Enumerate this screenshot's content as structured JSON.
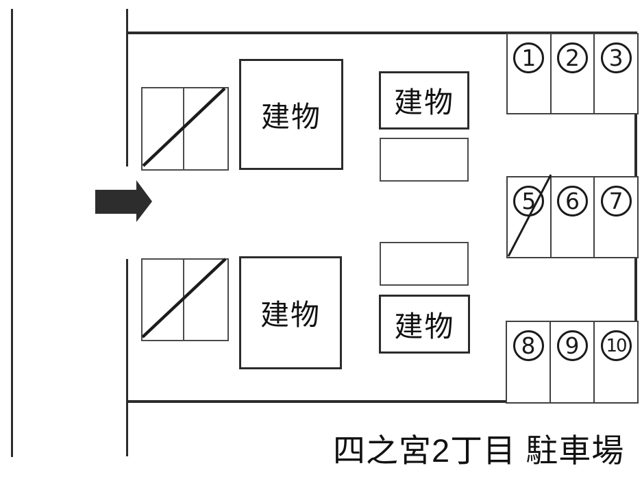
{
  "page_title": "四之宮2丁目 駐車場",
  "buildings": [
    {
      "name": "building-top-left",
      "label": "建物"
    },
    {
      "name": "building-top-center",
      "label": "建物"
    },
    {
      "name": "building-bottom-center",
      "label": "建物"
    },
    {
      "name": "building-bottom-left",
      "label": "建物"
    }
  ],
  "parking_groups": [
    {
      "name": "spaces-1-to-3",
      "spaces": [
        {
          "number": "1",
          "crossed": false
        },
        {
          "number": "2",
          "crossed": false
        },
        {
          "number": "3",
          "crossed": false
        }
      ]
    },
    {
      "name": "spaces-5-to-7",
      "spaces": [
        {
          "number": "5",
          "crossed": true
        },
        {
          "number": "6",
          "crossed": false
        },
        {
          "number": "7",
          "crossed": false
        }
      ]
    },
    {
      "name": "spaces-8-to-10",
      "spaces": [
        {
          "number": "8",
          "crossed": false
        },
        {
          "number": "9",
          "crossed": false
        },
        {
          "number": "10",
          "crossed": false
        }
      ]
    }
  ],
  "crossed_double_stalls": [
    {
      "name": "struck-double-stall-top"
    },
    {
      "name": "struck-double-stall-bottom"
    }
  ],
  "icons": {
    "entrance_arrow": "solid-right-block-arrow"
  },
  "colors": {
    "background": "#ffffff",
    "line": "#2b2b2b",
    "text": "#111111",
    "arrow": "#2d2d2d"
  }
}
